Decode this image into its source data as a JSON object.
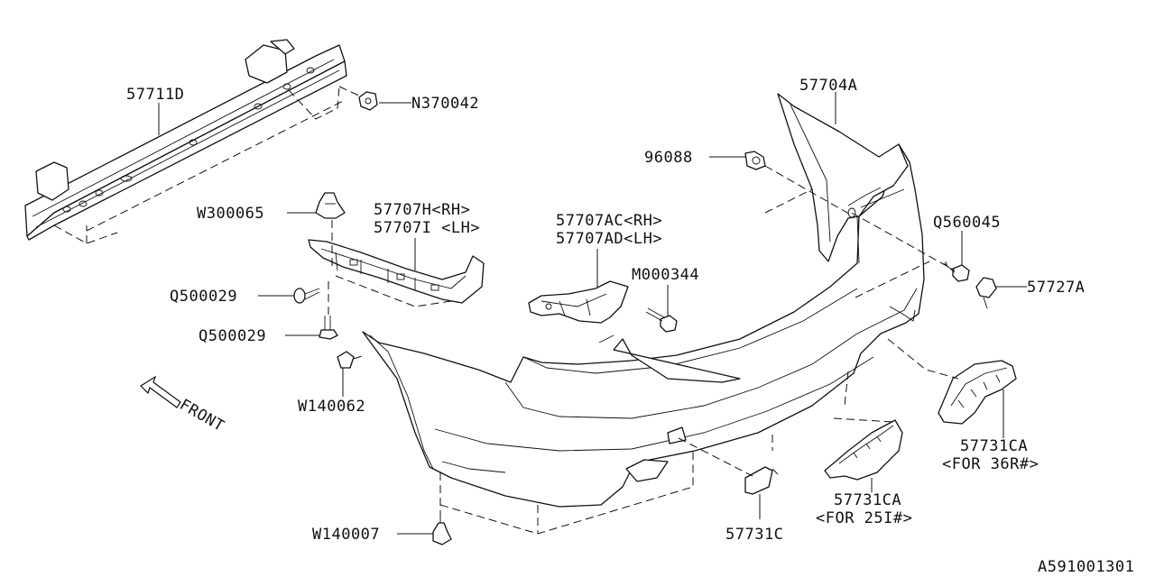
{
  "diagram": {
    "document_id": "A591001301",
    "front_label": "FRONT",
    "callouts": {
      "p57711D": "57711D",
      "pN370042": "N370042",
      "p57704A": "57704A",
      "p96088": "96088",
      "pQ560045": "Q560045",
      "p57727A": "57727A",
      "pW300065": "W300065",
      "p57707H": "57707H<RH>",
      "p57707I": "57707I <LH>",
      "p57707AC": "57707AC<RH>",
      "p57707AD": "57707AD<LH>",
      "pM000344": "M000344",
      "pQ500029a": "Q500029",
      "pQ500029b": "Q500029",
      "pW140062": "W140062",
      "pW140007": "W140007",
      "p57731C": "57731C",
      "p57731CA_a": "57731CA",
      "p57731CA_a_note": "<FOR 25I#>",
      "p57731CA_b": "57731CA",
      "p57731CA_b_note": "<FOR 36R#>"
    }
  }
}
